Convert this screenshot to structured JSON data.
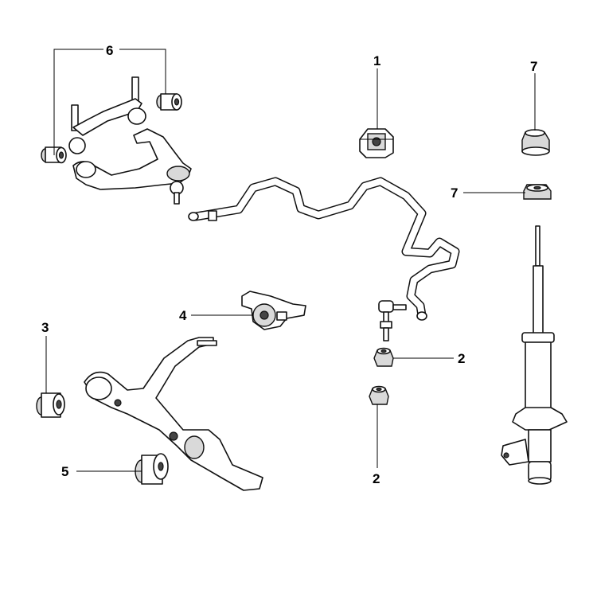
{
  "callouts": {
    "c1": "1",
    "c2a": "2",
    "c2b": "2",
    "c3": "3",
    "c4": "4",
    "c5": "5",
    "c6": "6",
    "c7a": "7",
    "c7b": "7"
  },
  "colors": {
    "line": "#111111",
    "fill": "#ffffff",
    "shade": "#d9d9d9"
  }
}
